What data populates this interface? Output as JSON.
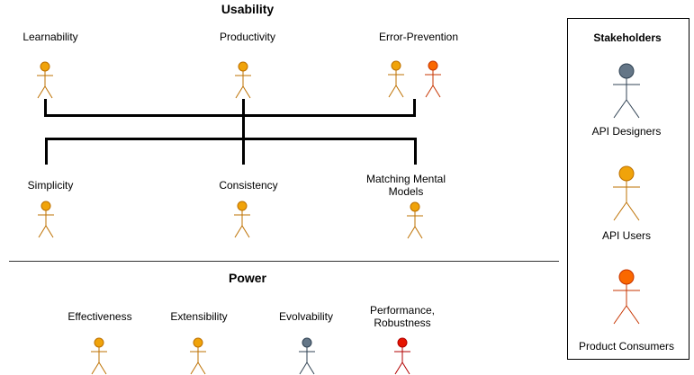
{
  "colors": {
    "designer": "#647687",
    "user": "#f0a30a",
    "consumer": "#fa6800",
    "red": "#e51400",
    "user_stroke": "#bd7000",
    "consumer_stroke": "#c73500",
    "designer_stroke": "#314354",
    "red_stroke": "#b20000"
  },
  "usability": {
    "title": "Usability",
    "top_items": [
      {
        "label": "Learnability"
      },
      {
        "label": "Productivity"
      },
      {
        "label": "Error-Prevention"
      }
    ],
    "bottom_items": [
      {
        "label": "Simplicity"
      },
      {
        "label": "Consistency"
      },
      {
        "label": "Matching Mental Models"
      }
    ]
  },
  "power": {
    "title": "Power",
    "items": [
      {
        "label": "Effectiveness"
      },
      {
        "label": "Extensibility"
      },
      {
        "label": "Evolvability"
      },
      {
        "label": "Performance, Robustness"
      }
    ]
  },
  "legend": {
    "title": "Stakeholders",
    "items": [
      {
        "label": "API Designers"
      },
      {
        "label": "API Users"
      },
      {
        "label": "Product Consumers"
      }
    ]
  }
}
